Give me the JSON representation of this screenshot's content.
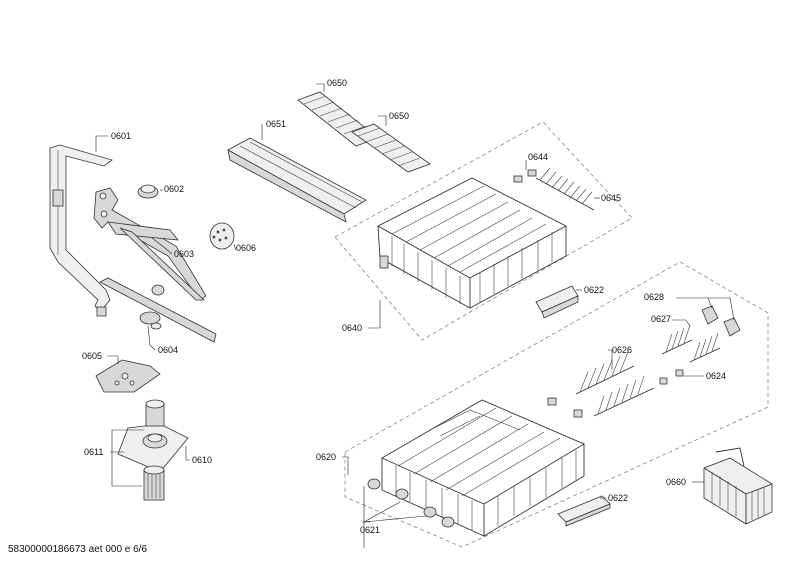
{
  "footer": {
    "document_code": "58300000186673 aet 000 e 6/6"
  },
  "labels": {
    "p0601": "0601",
    "p0602": "0602",
    "p0603": "0603",
    "p0604": "0604",
    "p0605": "0605",
    "p0606": "0606",
    "p0610": "0610",
    "p0611": "0611",
    "p0620": "0620",
    "p0621": "0621",
    "p0622a": "0622",
    "p0622b": "0622",
    "p0624": "0624",
    "p0626": "0626",
    "p0627": "0627",
    "p0628": "0628",
    "p0640": "0640",
    "p0644": "0644",
    "p0645": "0645",
    "p0650a": "0650",
    "p0650b": "0650",
    "p0651": "0651",
    "p0660": "0660"
  }
}
